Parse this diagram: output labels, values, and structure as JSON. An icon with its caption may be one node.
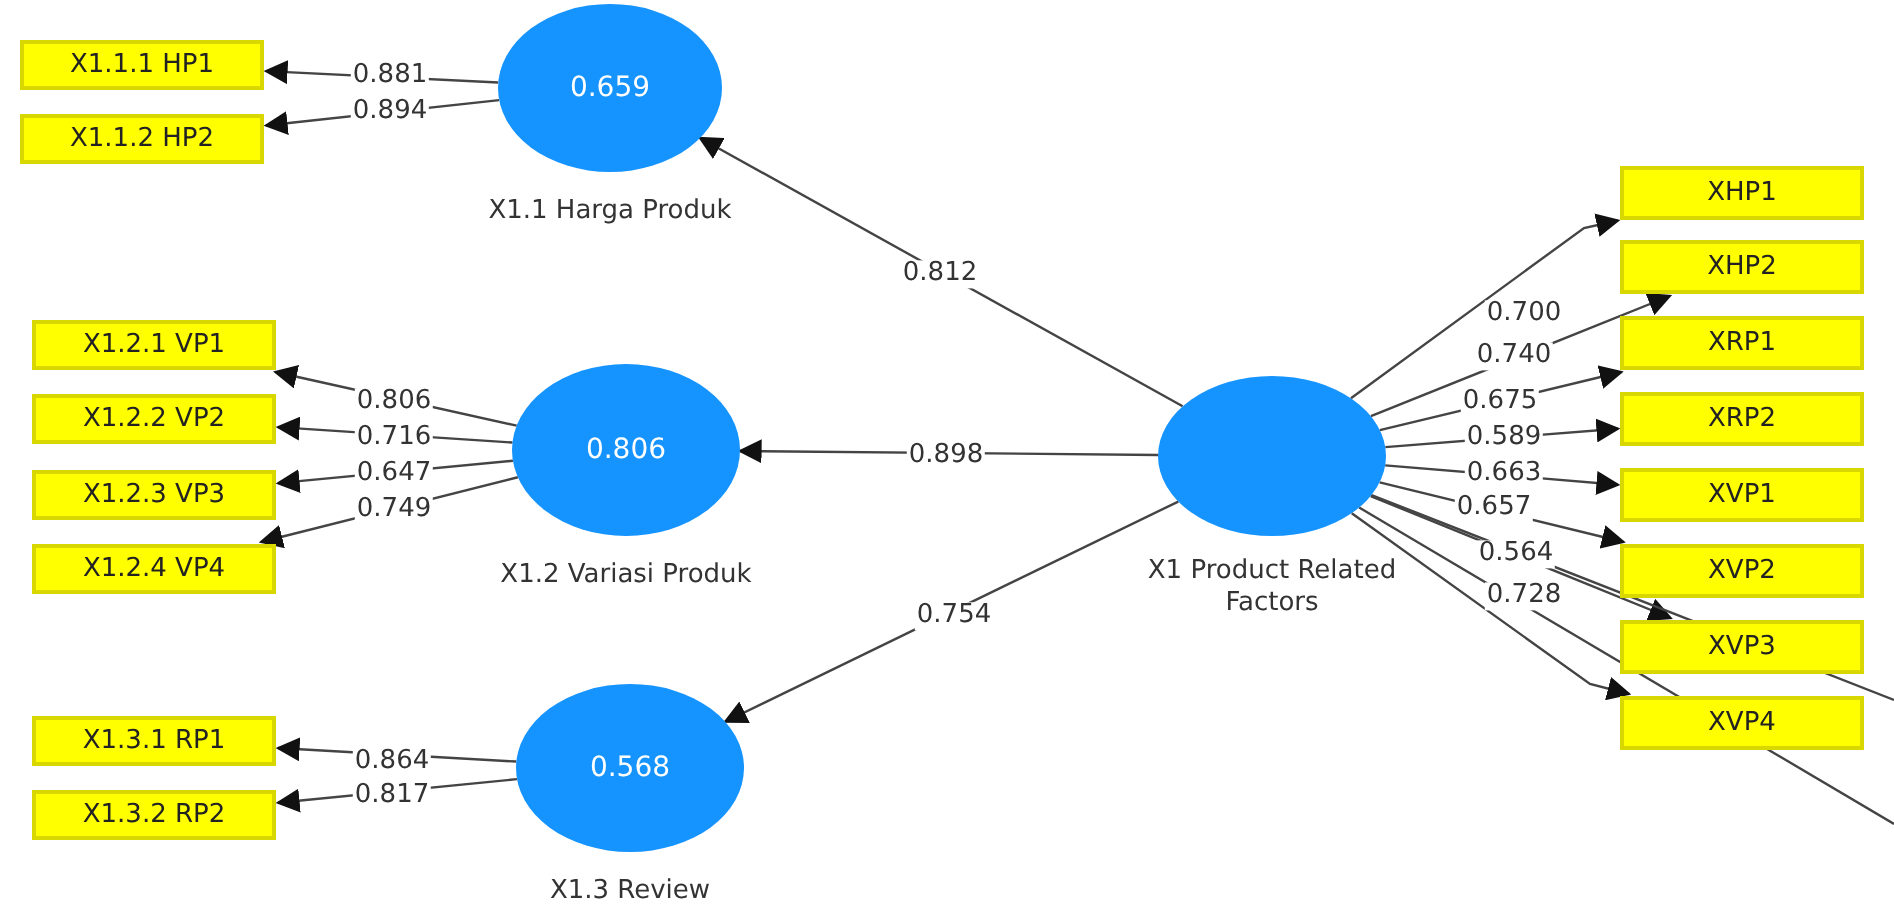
{
  "diagram": {
    "nodes": [
      {
        "text": [
          "X1.1.1 HP1"
        ]
      },
      {
        "text": [
          "X1.1.2 HP2"
        ]
      },
      {
        "text": [
          "0.659"
        ],
        "beside": [
          "X1.1 Harga Produk"
        ]
      },
      {
        "text": [
          "X1.2.1 VP1"
        ]
      },
      {
        "text": [
          "X1.2.2 VP2"
        ]
      },
      {
        "text": [
          "X1.2.3 VP3"
        ]
      },
      {
        "text": [
          "X1.2.4 VP4"
        ]
      },
      {
        "text": [
          "0.806"
        ],
        "beside": [
          "X1.2 Variasi Produk"
        ]
      },
      {
        "text": [
          "X1.3.1 RP1"
        ]
      },
      {
        "text": [
          "X1.3.2 RP2"
        ]
      },
      {
        "text": [
          "0.568"
        ],
        "beside": [
          "X1.3 Review"
        ]
      },
      {
        "text": [],
        "shape": "circle",
        "beside": [
          "X1 Product Related Factors"
        ]
      },
      {
        "text": [
          "XHP1"
        ]
      },
      {
        "text": [
          "XHP2"
        ]
      },
      {
        "text": [
          "XRP1"
        ]
      },
      {
        "text": [
          "XRP2"
        ]
      },
      {
        "text": [
          "XVP1"
        ]
      },
      {
        "text": [
          "XVP2"
        ]
      },
      {
        "text": [
          "XVP3"
        ]
      },
      {
        "text": [
          "XVP4"
        ]
      }
    ],
    "edges": [
      {
        "from": 2,
        "to": 0,
        "arrow": "to",
        "label": "0.881"
      },
      {
        "from": 2,
        "to": 1,
        "arrow": "to",
        "label": "0.894"
      },
      {
        "from": 7,
        "to": 3,
        "arrow": "to",
        "label": "0.806"
      },
      {
        "from": 7,
        "to": 4,
        "arrow": "to",
        "label": "0.716"
      },
      {
        "from": 7,
        "to": 5,
        "arrow": "to",
        "label": "0.647"
      },
      {
        "from": 7,
        "to": 6,
        "arrow": "to",
        "label": "0.749"
      },
      {
        "from": 10,
        "to": 8,
        "arrow": "to",
        "label": "0.864"
      },
      {
        "from": 10,
        "to": 9,
        "arrow": "to",
        "label": "0.817"
      },
      {
        "from": 11,
        "to": 2,
        "arrow": "to",
        "label": "0.812"
      },
      {
        "from": 11,
        "to": 7,
        "arrow": "to",
        "label": "0.898"
      },
      {
        "from": 11,
        "to": 10,
        "arrow": "to",
        "label": "0.754"
      },
      {
        "from": 11,
        "to": 12,
        "arrow": "to",
        "label": "0.700"
      },
      {
        "from": 11,
        "to": 13,
        "arrow": "to",
        "label": "0.740"
      },
      {
        "from": 11,
        "to": 14,
        "arrow": "to",
        "label": "0.675"
      },
      {
        "from": 11,
        "to": 15,
        "arrow": "to",
        "label": "0.589"
      },
      {
        "from": 11,
        "to": 16,
        "arrow": "to",
        "label": "0.663"
      },
      {
        "from": 11,
        "to": 17,
        "arrow": "to",
        "label": "0.657"
      },
      {
        "from": 11,
        "to": 18,
        "arrow": "to",
        "label": "0.564"
      },
      {
        "from": 11,
        "to": 19,
        "arrow": "to",
        "label": "0.728"
      },
      {
        "from": 11,
        "to": null,
        "arrow": "none"
      },
      {
        "from": 11,
        "to": null,
        "arrow": "none"
      }
    ]
  }
}
